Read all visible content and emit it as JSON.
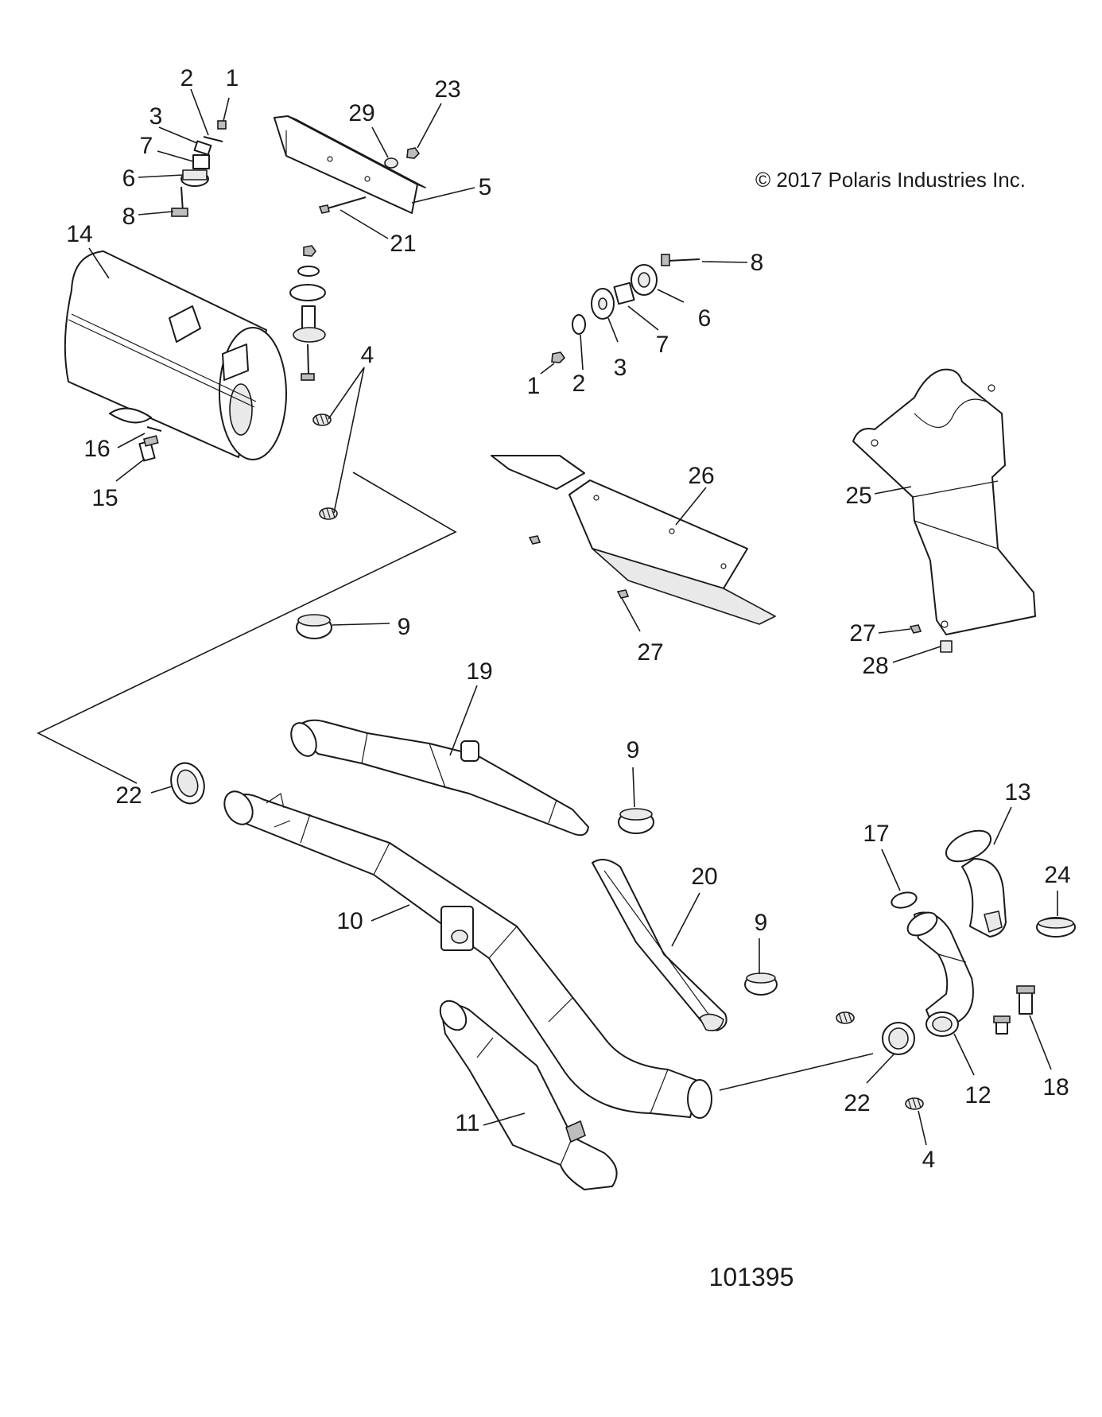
{
  "copyright": "© 2017 Polaris Industries Inc.",
  "diagram_number": "101395",
  "callouts": {
    "c1a": "1",
    "c2a": "2",
    "c3a": "3",
    "c7a": "7",
    "c6a": "6",
    "c8a": "8",
    "c29": "29",
    "c23": "23",
    "c5": "5",
    "c21": "21",
    "c14": "14",
    "c16": "16",
    "c15": "15",
    "c4a": "4",
    "c8b": "8",
    "c6b": "6",
    "c7b": "7",
    "c3b": "3",
    "c2b": "2",
    "c1b": "1",
    "c26": "26",
    "c25": "25",
    "c27a": "27",
    "c27b": "27",
    "c28": "28",
    "c9a": "9",
    "c19": "19",
    "c9b": "9",
    "c22a": "22",
    "c10": "10",
    "c20": "20",
    "c9c": "9",
    "c17": "17",
    "c13": "13",
    "c24": "24",
    "c11": "11",
    "c22b": "22",
    "c12": "12",
    "c18": "18",
    "c4b": "4"
  }
}
